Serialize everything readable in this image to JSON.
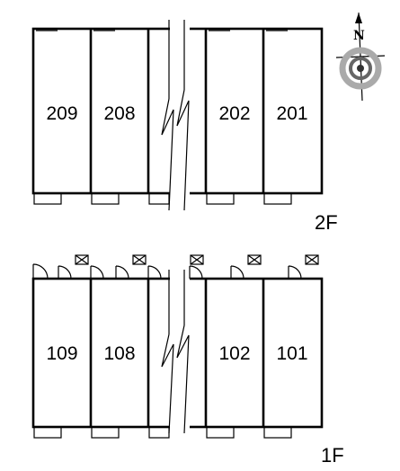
{
  "floors": [
    {
      "label": "2F",
      "rooms": [
        "209",
        "208",
        "202",
        "201"
      ]
    },
    {
      "label": "1F",
      "rooms": [
        "109",
        "108",
        "102",
        "101"
      ]
    }
  ],
  "compass": {
    "north_label": "N"
  }
}
